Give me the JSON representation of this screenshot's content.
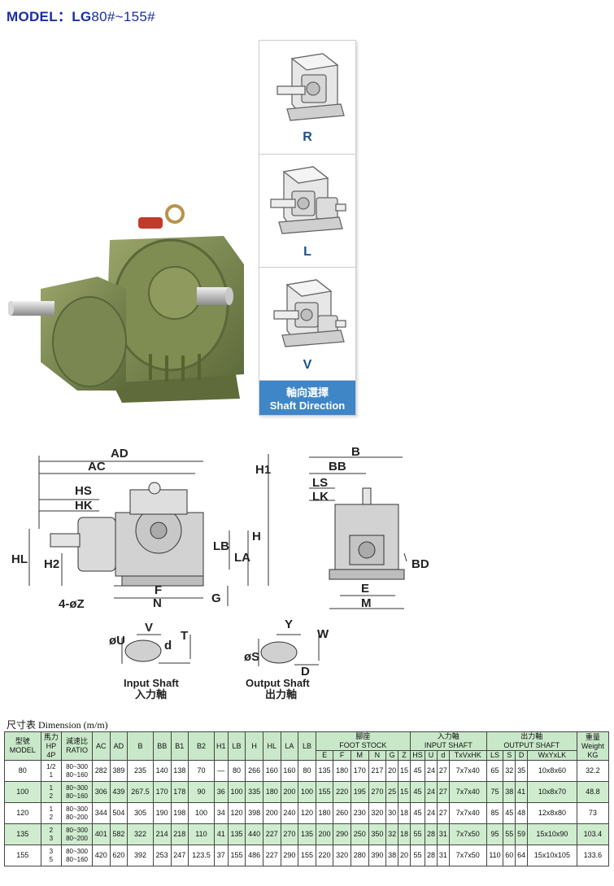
{
  "title": {
    "model_label": "MODEL：",
    "prefix": "LG",
    "range": "80#~155#"
  },
  "shaft_direction": {
    "options": [
      {
        "letter": "R"
      },
      {
        "letter": "L"
      },
      {
        "letter": "V"
      }
    ],
    "label_zh": "軸向選擇",
    "label_en": "Shaft Direction"
  },
  "diagram": {
    "labels": {
      "AD": "AD",
      "AC": "AC",
      "HS": "HS",
      "HK": "HK",
      "HL": "HL",
      "H2": "H2",
      "Z": "4-øZ",
      "F": "F",
      "N": "N",
      "G": "G",
      "LB": "LB",
      "LA": "LA",
      "H": "H",
      "H1": "H1",
      "B": "B",
      "BB": "BB",
      "LS": "LS",
      "LK": "LK",
      "BD": "BD",
      "E": "E",
      "M": "M",
      "U": "øU",
      "V": "V",
      "T": "T",
      "d": "d",
      "S": "øS",
      "Y": "Y",
      "W": "W",
      "D": "D"
    },
    "input_shaft_en": "Input Shaft",
    "input_shaft_zh": "入力軸",
    "output_shaft_en": "Output Shaft",
    "output_shaft_zh": "出力軸"
  },
  "table": {
    "title": "尺寸表 Dimension (m/m)",
    "headers": {
      "model_zh": "型號",
      "model_en": "MODEL",
      "hp_zh": "馬力",
      "hp_en": "HP",
      "hp_sub": "4P",
      "ratio_zh": "減速比",
      "ratio_en": "RATIO",
      "AC": "AC",
      "AD": "AD",
      "B": "B",
      "BB": "BB",
      "B1": "B1",
      "B2": "B2",
      "H1": "H1",
      "LB": "LB",
      "H": "H",
      "HL": "HL",
      "LA": "LA",
      "LB2": "LB",
      "foot_zh": "腳座",
      "foot_en": "FOOT STOCK",
      "E": "E",
      "F": "F",
      "M": "M",
      "N": "N",
      "G": "G",
      "Z": "Z",
      "input_zh": "入力軸",
      "input_en": "INPUT SHAFT",
      "HS": "HS",
      "U": "U",
      "d": "d",
      "TxVxHK": "TxVxHK",
      "output_zh": "出力軸",
      "output_en": "OUTPUT SHAFT",
      "LS": "LS",
      "S": "S",
      "D": "D",
      "WxYxLK": "WxYxLK",
      "weight_zh": "重量",
      "weight_en": "Weight",
      "weight_unit": "KG"
    },
    "rows": [
      {
        "model": "80",
        "hp": [
          "1/2",
          "1"
        ],
        "ratio": [
          "80~300",
          "80~160"
        ],
        "AC": "282",
        "AD": "389",
        "B": "235",
        "BB": "140",
        "B1": "138",
        "B2": "70",
        "H1": "—",
        "LB": "80",
        "H": "266",
        "HL": "160",
        "LA": "160",
        "LB2": "80",
        "E": "135",
        "F": "180",
        "M": "170",
        "N": "217",
        "G": "20",
        "Z": "15",
        "HS": "45",
        "U": "24",
        "d": "27",
        "TVHK": "7x7x40",
        "LS": "65",
        "S": "32",
        "D": "35",
        "WYLK": "10x8x60",
        "KG": "32.2"
      },
      {
        "model": "100",
        "hp": [
          "1",
          "2"
        ],
        "ratio": [
          "80~300",
          "80~160"
        ],
        "AC": "306",
        "AD": "439",
        "B": "267.5",
        "BB": "170",
        "B1": "178",
        "B2": "90",
        "H1": "36",
        "LB": "100",
        "H": "335",
        "HL": "180",
        "LA": "200",
        "LB2": "100",
        "E": "155",
        "F": "220",
        "M": "195",
        "N": "270",
        "G": "25",
        "Z": "15",
        "HS": "45",
        "U": "24",
        "d": "27",
        "TVHK": "7x7x40",
        "LS": "75",
        "S": "38",
        "D": "41",
        "WYLK": "10x8x70",
        "KG": "48.8"
      },
      {
        "model": "120",
        "hp": [
          "1",
          "2"
        ],
        "ratio": [
          "80~300",
          "80~200"
        ],
        "AC": "344",
        "AD": "504",
        "B": "305",
        "BB": "190",
        "B1": "198",
        "B2": "100",
        "H1": "34",
        "LB": "120",
        "H": "398",
        "HL": "200",
        "LA": "240",
        "LB2": "120",
        "E": "180",
        "F": "260",
        "M": "230",
        "N": "320",
        "G": "30",
        "Z": "18",
        "HS": "45",
        "U": "24",
        "d": "27",
        "TVHK": "7x7x40",
        "LS": "85",
        "S": "45",
        "D": "48",
        "WYLK": "12x8x80",
        "KG": "73"
      },
      {
        "model": "135",
        "hp": [
          "2",
          "3"
        ],
        "ratio": [
          "80~300",
          "80~200"
        ],
        "AC": "401",
        "AD": "582",
        "B": "322",
        "BB": "214",
        "B1": "218",
        "B2": "110",
        "H1": "41",
        "LB": "135",
        "H": "440",
        "HL": "227",
        "LA": "270",
        "LB2": "135",
        "E": "200",
        "F": "290",
        "M": "250",
        "N": "350",
        "G": "32",
        "Z": "18",
        "HS": "55",
        "U": "28",
        "d": "31",
        "TVHK": "7x7x50",
        "LS": "95",
        "S": "55",
        "D": "59",
        "WYLK": "15x10x90",
        "KG": "103.4"
      },
      {
        "model": "155",
        "hp": [
          "3",
          "5"
        ],
        "ratio": [
          "80~300",
          "80~160"
        ],
        "AC": "420",
        "AD": "620",
        "B": "392",
        "BB": "253",
        "B1": "247",
        "B2": "123.5",
        "H1": "37",
        "LB": "155",
        "H": "486",
        "HL": "227",
        "LA": "290",
        "LB2": "155",
        "E": "220",
        "F": "320",
        "M": "280",
        "N": "390",
        "G": "38",
        "Z": "20",
        "HS": "55",
        "U": "28",
        "d": "31",
        "TVHK": "7x7x50",
        "LS": "110",
        "S": "60",
        "D": "64",
        "WYLK": "15x10x105",
        "KG": "133.6"
      }
    ]
  },
  "colors": {
    "title": "#1a2ea0",
    "gear": "#7d8a52",
    "header_bg": "#c9e8c9",
    "row_highlight": "#cfeccf",
    "direction_footer": "#3f86c7"
  }
}
